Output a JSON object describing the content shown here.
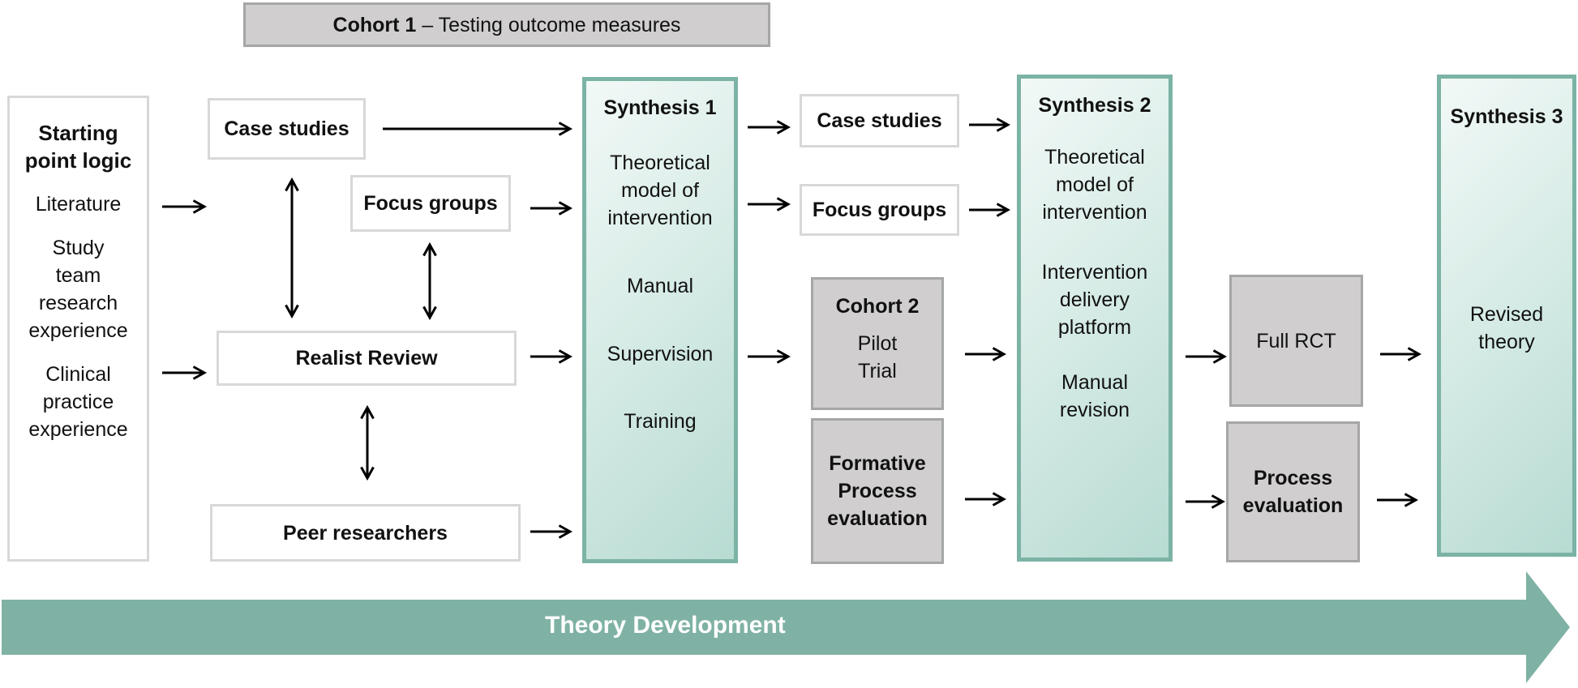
{
  "header": {
    "cohort1_bold": "Cohort 1",
    "cohort1_rest": " – Testing outcome measures"
  },
  "starting": {
    "title": [
      "Starting",
      "point logic"
    ],
    "literature": "Literature",
    "study": [
      "Study",
      "team",
      "research",
      "experience"
    ],
    "clinical": [
      "Clinical",
      "practice",
      "experience"
    ]
  },
  "stage1": {
    "case_studies": "Case studies",
    "focus_groups": "Focus groups",
    "realist_review": "Realist Review",
    "peer_researchers": "Peer researchers"
  },
  "synthesis1": {
    "title": "Synthesis 1",
    "model": [
      "Theoretical",
      "model of",
      "intervention"
    ],
    "manual": "Manual",
    "supervision": "Supervision",
    "training": "Training"
  },
  "stage2": {
    "case_studies": "Case studies",
    "focus_groups": "Focus groups",
    "cohort2_title": "Cohort 2",
    "pilot": [
      "Pilot",
      "Trial"
    ],
    "formative": [
      "Formative",
      "Process",
      "evaluation"
    ]
  },
  "synthesis2": {
    "title": "Synthesis 2",
    "model": [
      "Theoretical",
      "model of",
      "intervention"
    ],
    "delivery": [
      "Intervention",
      "delivery",
      "platform"
    ],
    "manual_revision": [
      "Manual",
      "revision"
    ]
  },
  "stage3": {
    "full_rct": "Full RCT",
    "process_eval": [
      "Process",
      "evaluation"
    ]
  },
  "synthesis3": {
    "title": "Synthesis 3",
    "revised": [
      "Revised",
      "theory"
    ]
  },
  "band": {
    "label": "Theory Development"
  },
  "colors": {
    "teal": "#7bb3a5",
    "grey_fill": "#d0cece",
    "grey_border": "#a6a6a6",
    "white_border": "#d8d8d8"
  }
}
